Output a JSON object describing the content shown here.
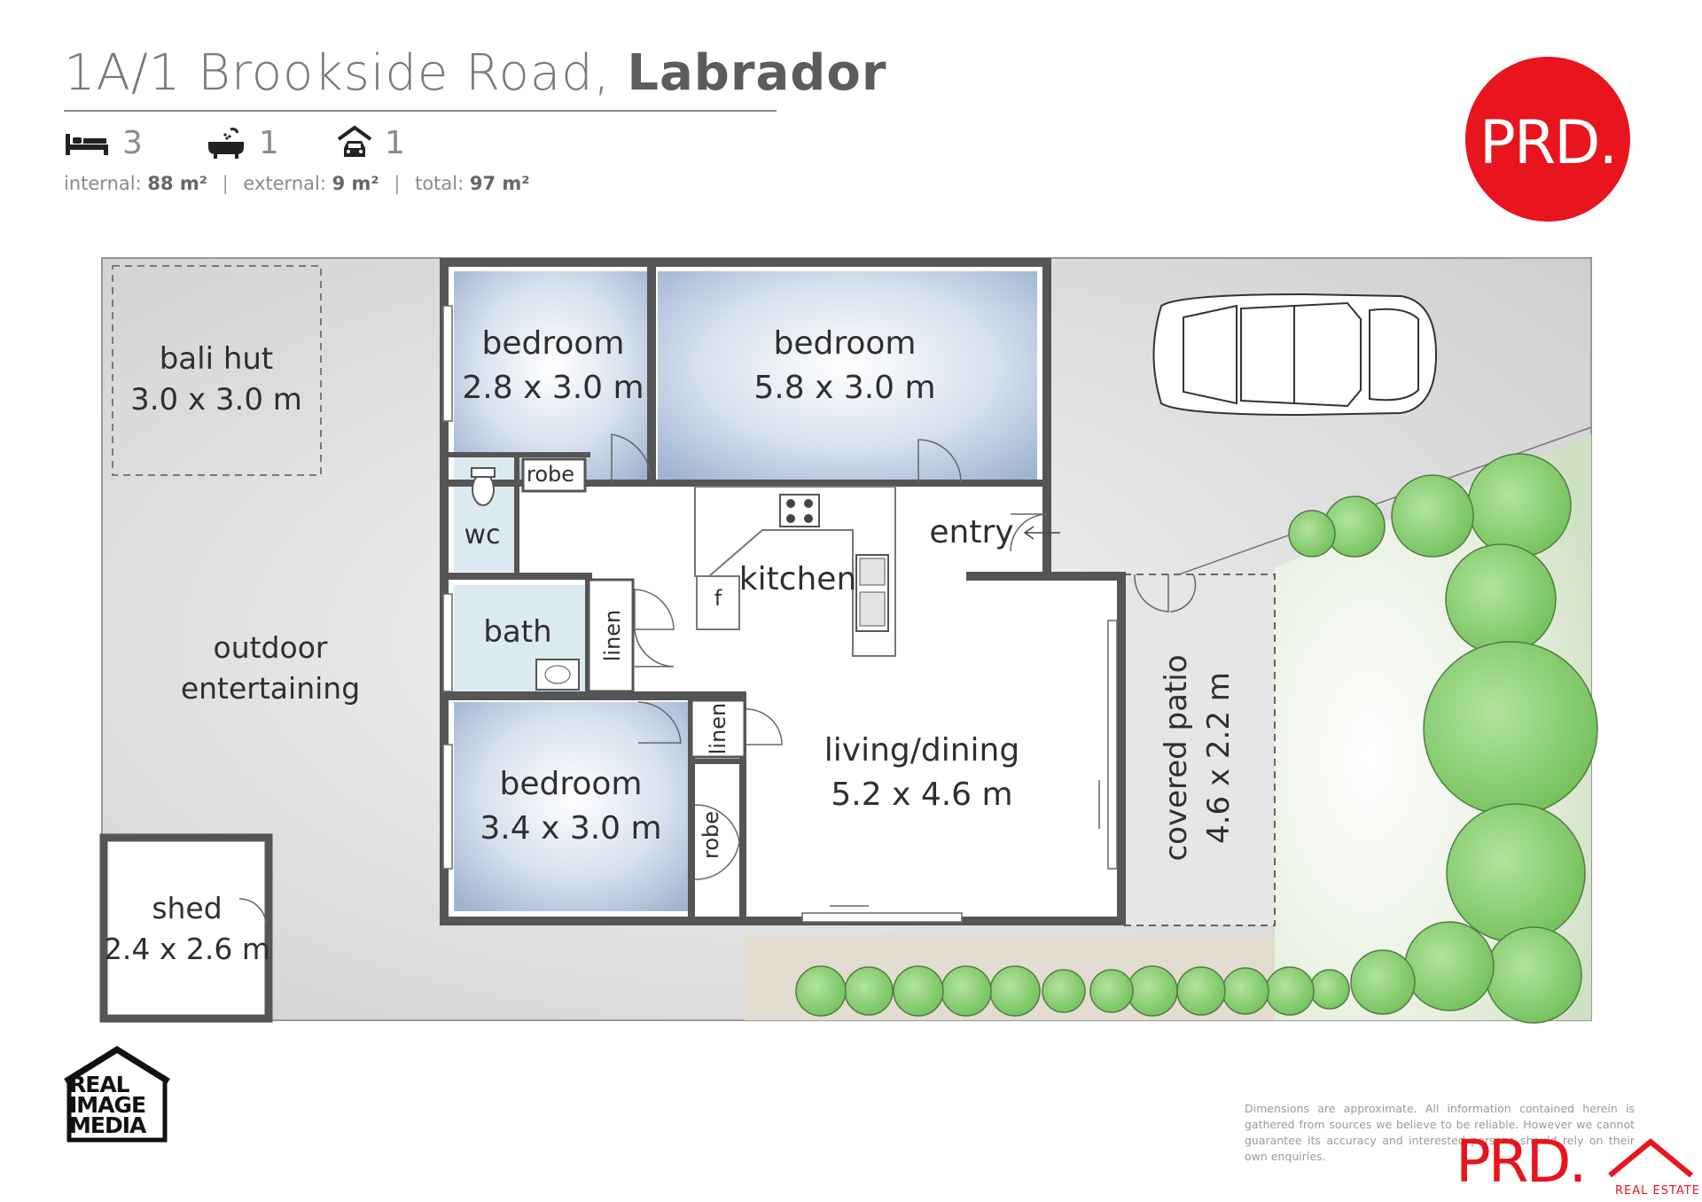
{
  "header": {
    "address": "1A/1 Brookside Road,",
    "suburb": "Labrador",
    "beds": "3",
    "baths": "1",
    "cars": "1",
    "internal_label": "internal:",
    "internal_value": "88 m²",
    "external_label": "external:",
    "external_value": "9 m²",
    "total_label": "total:",
    "total_value": "97 m²",
    "separator": "|"
  },
  "icons": {
    "bed": "bed-icon",
    "bath": "bathtub-icon",
    "car": "garage-car-icon"
  },
  "brand": {
    "logo_top": "PRD.",
    "logo_bottom": "PRD.",
    "tagline": "REAL ESTATE",
    "accent_color": "#e8141e",
    "photographer_logo": "REAL IMAGE MEDIA"
  },
  "rooms": {
    "bali_hut": {
      "name": "bali hut",
      "dims": "3.0 x 3.0 m"
    },
    "bedroom1": {
      "name": "bedroom",
      "dims": "2.8 x 3.0 m"
    },
    "bedroom2": {
      "name": "bedroom",
      "dims": "5.8 x 3.0 m"
    },
    "bedroom3": {
      "name": "bedroom",
      "dims": "3.4 x 3.0 m"
    },
    "robe1": "robe",
    "robe2": "robe",
    "wc": "wc",
    "bath": "bath",
    "linen1": "linen",
    "linen2": "linen",
    "kitchen": "kitchen",
    "fridge": "f",
    "entry": "entry",
    "outdoor_line1": "outdoor",
    "outdoor_line2": "entertaining",
    "living": {
      "name": "living/dining",
      "dims": "5.2 x 4.6 m"
    },
    "patio": {
      "name": "covered patio",
      "dims": "4.6 x 2.2 m"
    },
    "shed": {
      "name": "shed",
      "dims": "2.4 x 2.6 m"
    }
  },
  "disclaimer": "Dimensions are approximate. All information contained herein is gathered from sources we believe to be reliable. However we cannot guarantee its accuracy and interested persons should rely on their own enquiries.",
  "colors": {
    "wall": "#5a5a5a",
    "bedroom_fill": "#b9c9e0",
    "wet_fill": "#d6e8ef",
    "ground": "#dcdcdc",
    "lawn": "#dfe9d6",
    "tree": "#8ed07a"
  }
}
